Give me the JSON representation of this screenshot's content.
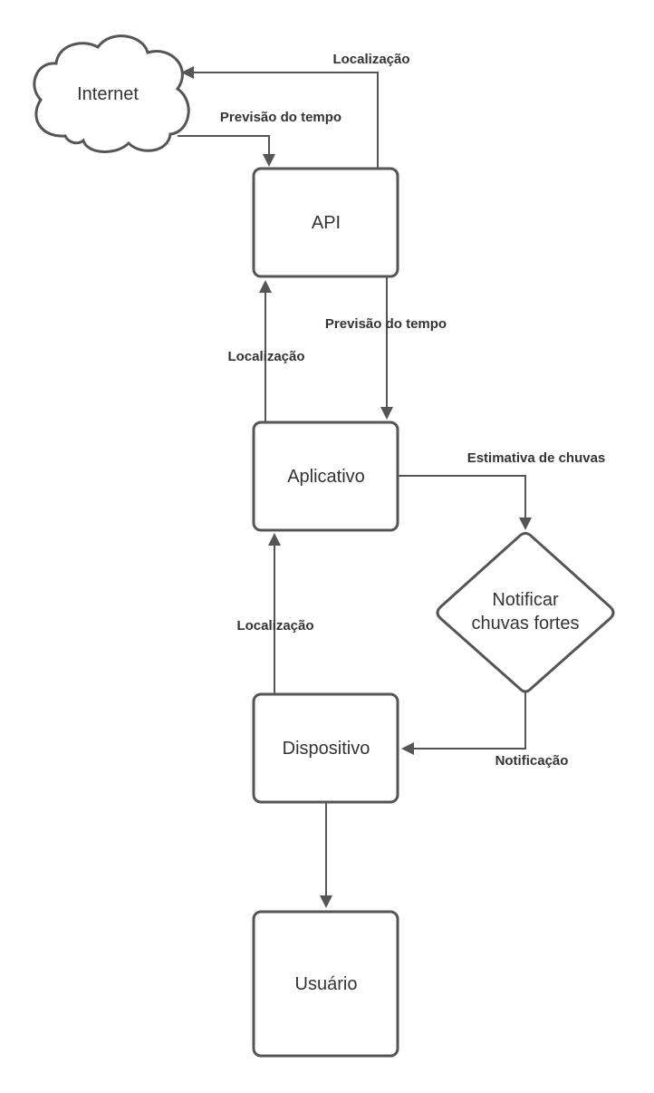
{
  "colors": {
    "stroke": "#555555",
    "text": "#333333",
    "background": "#ffffff"
  },
  "nodes": {
    "internet": "Internet",
    "api": "API",
    "aplicativo": "Aplicativo",
    "decision_line1": "Notificar",
    "decision_line2": "chuvas fortes",
    "dispositivo": "Dispositivo",
    "usuario": "Usuário"
  },
  "edges": {
    "api_to_internet": "Localização",
    "internet_to_api": "Previsão do tempo",
    "api_to_aplicativo": "Previsão do tempo",
    "aplicativo_to_api": "Localização",
    "aplicativo_to_decision": "Estimativa de chuvas",
    "dispositivo_to_aplicativo": "Localização",
    "decision_to_dispositivo": "Notificação"
  }
}
